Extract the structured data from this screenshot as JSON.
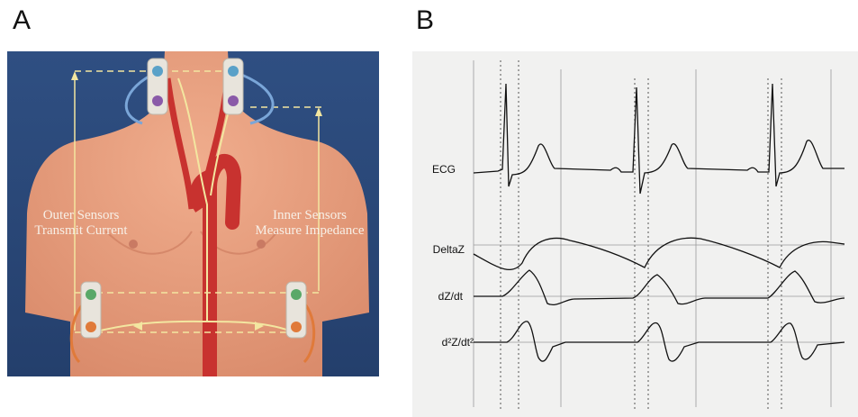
{
  "panels": {
    "a": {
      "letter": "A",
      "outer_label": [
        "Outer Sensors",
        "Transmit Current"
      ],
      "inner_label": [
        "Inner Sensors",
        "Measure Impedance"
      ],
      "colors": {
        "background": "#2a4777",
        "skin": "#e79f7f",
        "aorta": "#c8322f",
        "current_line": "#f3e6a0"
      }
    },
    "b": {
      "letter": "B",
      "traces": [
        {
          "id": "ecg",
          "label": "ECG"
        },
        {
          "id": "deltaz",
          "label": "DeltaZ"
        },
        {
          "id": "dzdt",
          "label": "dZ/dt"
        },
        {
          "id": "d2zdt2",
          "label": "d²Z/dt²"
        }
      ]
    }
  }
}
